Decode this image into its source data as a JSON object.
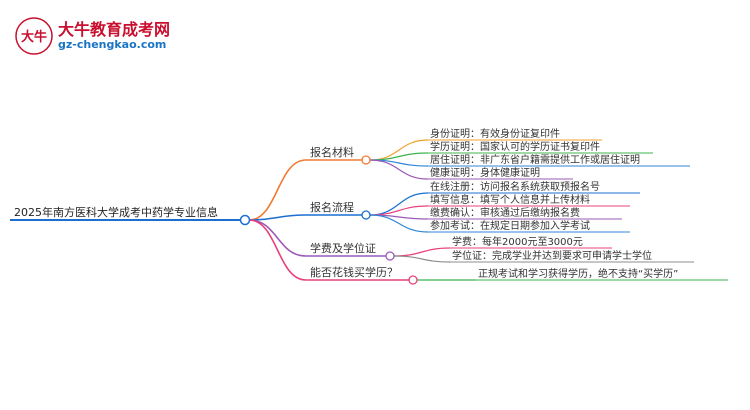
{
  "logo": {
    "title": "大牛教育成考网",
    "url": "gz-chengkao.com",
    "mark_text": "大牛"
  },
  "root": {
    "label": "2025年南方医科大学成考中药学专业信息",
    "color": "#1a6fd1"
  },
  "branches": [
    {
      "label": "报名材料",
      "color": "#f07a32",
      "items": [
        {
          "text": "身份证明：有效身份证复印件",
          "color": "#f0a030"
        },
        {
          "text": "学历证明：国家认可的学历证书复印件",
          "color": "#3cb44b"
        },
        {
          "text": "居住证明：非广东省户籍需提供工作或居住证明",
          "color": "#2f86d6"
        },
        {
          "text": "健康证明：身体健康证明",
          "color": "#9b59b6"
        }
      ]
    },
    {
      "label": "报名流程",
      "color": "#1a6fd1",
      "items": [
        {
          "text": "在线注册：访问报名系统获取预报名号",
          "color": "#1a6fd1"
        },
        {
          "text": "填写信息：填写个人信息并上传材料",
          "color": "#e8407e"
        },
        {
          "text": "缴费确认：审核通过后缴纳报名费",
          "color": "#9b59b6"
        },
        {
          "text": "参加考试：在规定日期参加入学考试",
          "color": "#2f86d6"
        }
      ]
    },
    {
      "label": "学费及学位证",
      "color": "#9b59b6",
      "items": [
        {
          "text": "学费：每年2000元至3000元",
          "color": "#e8407e"
        },
        {
          "text": "学位证：完成学业并达到要求可申请学士学位",
          "color": "#8e8e8e"
        }
      ]
    },
    {
      "label": "能否花钱买学历？",
      "color": "#e8407e",
      "items": [
        {
          "text": "正规考试和学习获得学历，绝不支持“买学历”",
          "color": "#3cb44b"
        }
      ]
    }
  ]
}
